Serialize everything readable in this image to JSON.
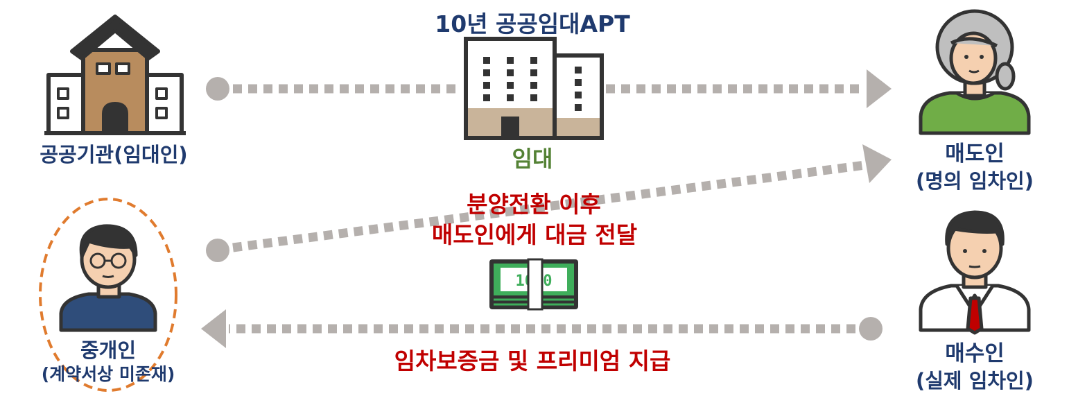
{
  "title": "10년 공공임대APT",
  "lease_label": "임대",
  "transfer_text": [
    "분양전환 이후",
    "매도인에게 대금 전달"
  ],
  "payment_text": "임차보증금 및 프리미엄 지급",
  "cash_denomination": "1000",
  "parties": {
    "lessor": "공공기관(임대인)",
    "seller": [
      "매도인",
      "(명의 임차인)"
    ],
    "broker": [
      "중개인",
      "(계약서상 미존재)"
    ],
    "buyer": [
      "매수인",
      "(실제 임차인)"
    ]
  },
  "colors": {
    "title": "#1f3a6e",
    "labels": "#1f3a6e",
    "highlight": "#c00000",
    "lease": "#548235",
    "arrow": "#b5b0ad",
    "broker_ring": "#e07b2e"
  }
}
